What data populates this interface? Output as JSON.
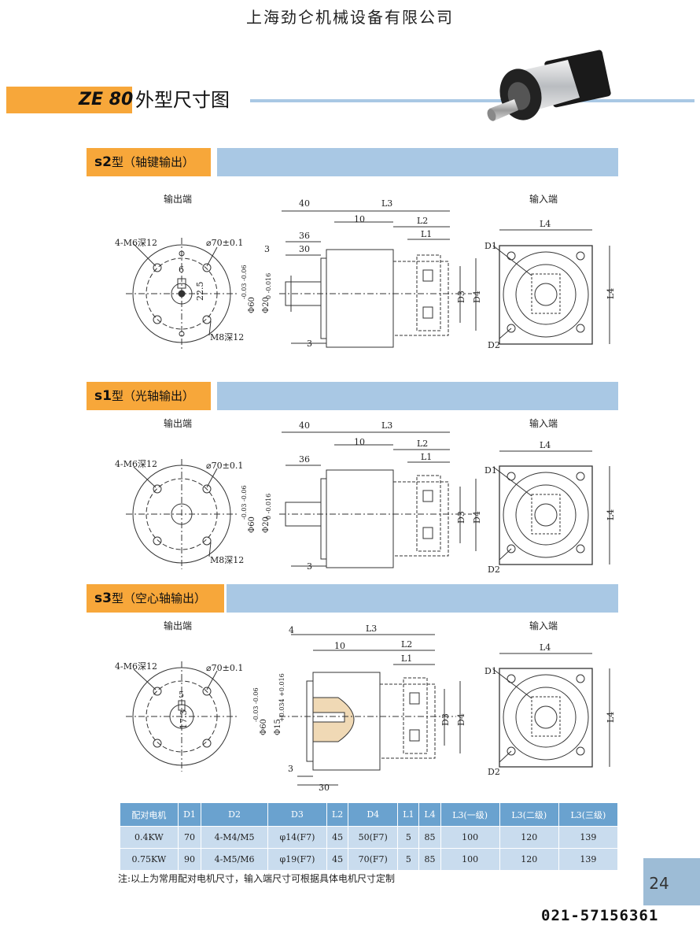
{
  "header": {
    "company": "上海劲仑机械设备有限公司"
  },
  "title": {
    "model": "ZE 80",
    "text": "外型尺寸图"
  },
  "sections": [
    {
      "code": "s2",
      "suffix": "型（轴键输出）",
      "output_label": "输出端",
      "input_label": "输入端",
      "labels": {
        "holes1": "4-M6深12",
        "pcd": "⌀70±0.1",
        "key_w": "6",
        "key_h": "22.5",
        "holes2": "M8深12",
        "d40": "40",
        "d36": "36",
        "d30": "30",
        "d3a": "3",
        "d3b": "3",
        "d10": "10",
        "L3": "L3",
        "L2": "L2",
        "L1": "L1",
        "D3": "D3",
        "D4": "D4",
        "phi_big": "Φ60",
        "phi_big_tol": "-0.03 -0.06",
        "phi_small": "Φ20",
        "phi_small_tol": "0 -0.016",
        "L4a": "L4",
        "L4b": "L4",
        "D1": "D1",
        "D2": "D2"
      }
    },
    {
      "code": "s1",
      "suffix": "型（光轴输出）",
      "output_label": "输出端",
      "input_label": "输入端",
      "labels": {
        "holes1": "4-M6深12",
        "pcd": "⌀70±0.1",
        "holes2": "M8深12",
        "d40": "40",
        "d36": "36",
        "d3b": "3",
        "d10": "10",
        "L3": "L3",
        "L2": "L2",
        "L1": "L1",
        "D3": "D3",
        "D4": "D4",
        "phi_big": "Φ60",
        "phi_big_tol": "-0.03 -0.06",
        "phi_small": "Φ20",
        "phi_small_tol": "0 -0.016",
        "L4a": "L4",
        "L4b": "L4",
        "D1": "D1",
        "D2": "D2"
      }
    },
    {
      "code": "s3",
      "suffix": "型（空心轴输出）",
      "output_label": "输出端",
      "input_label": "输入端",
      "labels": {
        "holes1": "4-M6深12",
        "pcd": "⌀70±0.1",
        "key_w": "5",
        "key_h": "17.3",
        "d4": "4",
        "d10": "10",
        "d3": "3",
        "d30": "30",
        "L3": "L3",
        "L2": "L2",
        "L1": "L1",
        "D3": "D3",
        "D4": "D4",
        "phi_big": "Φ60",
        "phi_big_tol": "-0.03 -0.06",
        "phi_small": "Φ15",
        "phi_small_tol": "+0.034 +0.016",
        "L4a": "L4",
        "L4b": "L4",
        "D1": "D1",
        "D2": "D2"
      }
    }
  ],
  "table": {
    "headers": [
      "配对电机",
      "D1",
      "D2",
      "D3",
      "L2",
      "D4",
      "L1",
      "L4",
      "L3(一级)",
      "L3(二级)",
      "L3(三级)"
    ],
    "rows": [
      [
        "0.4KW",
        "70",
        "4-M4/M5",
        "φ14(F7)",
        "45",
        "50(F7)",
        "5",
        "85",
        "100",
        "120",
        "139"
      ],
      [
        "0.75KW",
        "90",
        "4-M5/M6",
        "φ19(F7)",
        "45",
        "70(F7)",
        "5",
        "85",
        "100",
        "120",
        "139"
      ]
    ]
  },
  "note": "注:以上为常用配对电机尺寸，输入端尺寸可根据具体电机尺寸定制",
  "page_number": "24",
  "phone": "021-57156361",
  "colors": {
    "accent_orange": "#f7a73a",
    "band_blue": "#a9c8e4",
    "table_header": "#6aa2cf",
    "table_row": "#c9dcee"
  }
}
